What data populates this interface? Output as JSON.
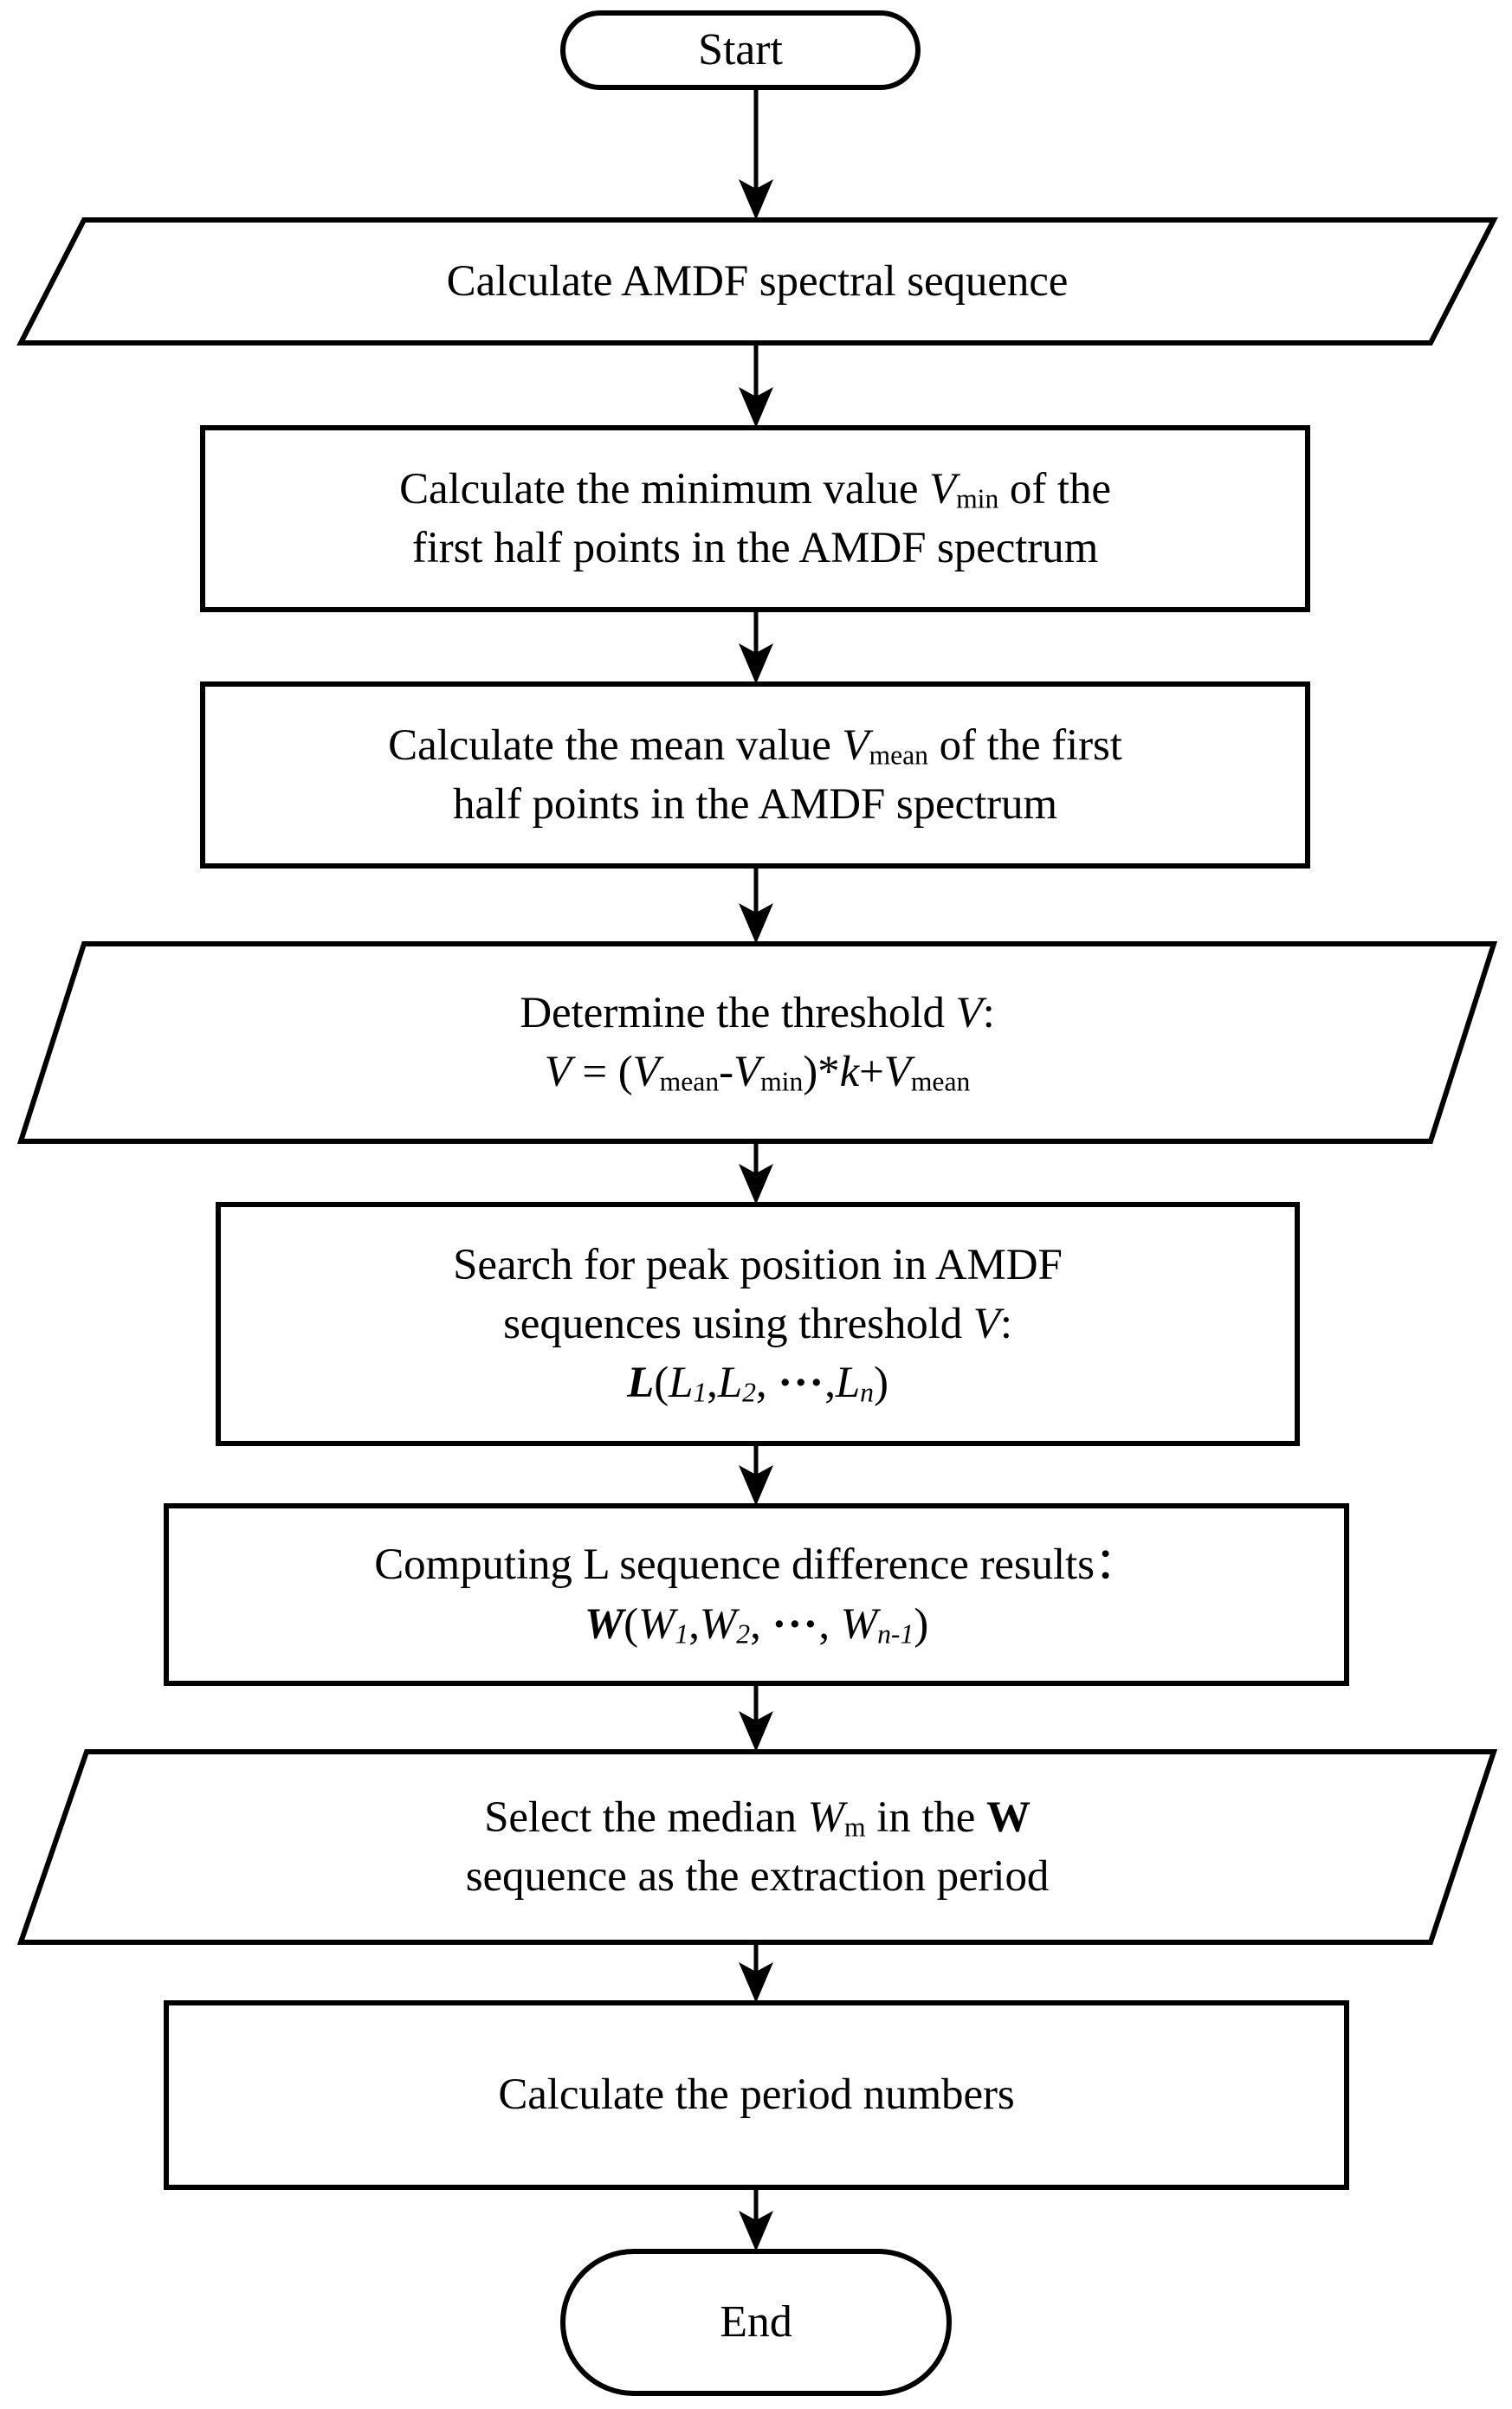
{
  "diagram": {
    "title": "AMDF spectral period extraction flowchart",
    "orientation": "top-to-bottom",
    "stroke_color": "#000000",
    "fill_color": "#ffffff",
    "background_color": "#ffffff"
  },
  "nodes": [
    {
      "id": "start",
      "shape": "terminator",
      "label": "Start",
      "lines": [
        "Start"
      ]
    },
    {
      "id": "calc-amdf",
      "shape": "parallelogram",
      "label": "Calculate AMDF spectral sequence",
      "lines": [
        "Calculate AMDF spectral sequence"
      ]
    },
    {
      "id": "calc-vmin",
      "shape": "rectangle",
      "label": "Calculate the minimum value Vmin of the first half points in the AMDF spectrum",
      "line1_a": "Calculate the minimum value ",
      "line1_var": "V",
      "line1_sub": "min",
      "line1_b": " of the",
      "line2": "first half points in the AMDF spectrum"
    },
    {
      "id": "calc-vmean",
      "shape": "rectangle",
      "label": "Calculate the mean value Vmean of the first half points in the AMDF spectrum",
      "line1_a": "Calculate the mean value ",
      "line1_var": "V",
      "line1_sub": "mean",
      "line1_b": " of the first",
      "line2": "half points in the AMDF spectrum"
    },
    {
      "id": "determine-threshold",
      "shape": "parallelogram",
      "label": "Determine the threshold V: V = (Vmean-Vmin)*k+Vmean",
      "line1_a": "Determine the threshold ",
      "line1_var": "V",
      "line1_b": ":",
      "formula": {
        "v": "V",
        "eq": " = (",
        "vmean1": "V",
        "sub_mean1": "mean",
        "minus": "-",
        "vmin": "V",
        "sub_min": "min",
        "close": ")*",
        "k": "k",
        "plus": "+",
        "vmean2": "V",
        "sub_mean2": "mean"
      }
    },
    {
      "id": "search-peak",
      "shape": "rectangle",
      "label": "Search for peak position in AMDF sequences using threshold V: L(L1,L2,...,Ln)",
      "line1": "Search for peak position in AMDF",
      "line2_a": "sequences using threshold ",
      "line2_var": "V",
      "line2_b": ":",
      "line3": {
        "head": "L",
        "open": "(",
        "l1": "L",
        "sub1": "1",
        "comma1": ",",
        "l2": "L",
        "sub2": "2",
        "comma2": ", ",
        "ellipsis": "···",
        "comma3": ",",
        "ln": "L",
        "subn": "n",
        "close": ")"
      }
    },
    {
      "id": "compute-diff",
      "shape": "rectangle",
      "label": "Computing L sequence difference results： W(W1,W2,..., Wn-1)",
      "line1": "Computing L sequence difference results：",
      "line2": {
        "head": "W",
        "open": "(",
        "w1": "W",
        "sub1": "1",
        "comma1": ",",
        "w2": "W",
        "sub2": "2",
        "comma2": ", ",
        "ellipsis": "···",
        "comma3": ",  ",
        "wn": "W",
        "subn": "n-1",
        "close": ")"
      }
    },
    {
      "id": "select-median",
      "shape": "parallelogram",
      "label": "Select the median Wm in the W sequence as the extraction period",
      "line1_a": "Select the median ",
      "line1_var": "W",
      "line1_sub": "m",
      "line1_b": " in the ",
      "line1_bold": "W",
      "line2": "sequence as the extraction period"
    },
    {
      "id": "calc-period-numbers",
      "shape": "rectangle",
      "label": "Calculate the period numbers",
      "lines": [
        "Calculate the period numbers"
      ]
    },
    {
      "id": "end",
      "shape": "terminator",
      "label": "End",
      "lines": [
        "End"
      ]
    }
  ],
  "edges": [
    {
      "id": "e1",
      "from": "start",
      "to": "calc-amdf",
      "arrow": "down"
    },
    {
      "id": "e2",
      "from": "calc-amdf",
      "to": "calc-vmin",
      "arrow": "down"
    },
    {
      "id": "e3",
      "from": "calc-vmin",
      "to": "calc-vmean",
      "arrow": "down"
    },
    {
      "id": "e4",
      "from": "calc-vmean",
      "to": "determine-threshold",
      "arrow": "down"
    },
    {
      "id": "e5",
      "from": "determine-threshold",
      "to": "search-peak",
      "arrow": "down"
    },
    {
      "id": "e6",
      "from": "search-peak",
      "to": "compute-diff",
      "arrow": "down"
    },
    {
      "id": "e7",
      "from": "compute-diff",
      "to": "select-median",
      "arrow": "down"
    },
    {
      "id": "e8",
      "from": "select-median",
      "to": "calc-period-numbers",
      "arrow": "down"
    },
    {
      "id": "e9",
      "from": "calc-period-numbers",
      "to": "end",
      "arrow": "down"
    }
  ]
}
